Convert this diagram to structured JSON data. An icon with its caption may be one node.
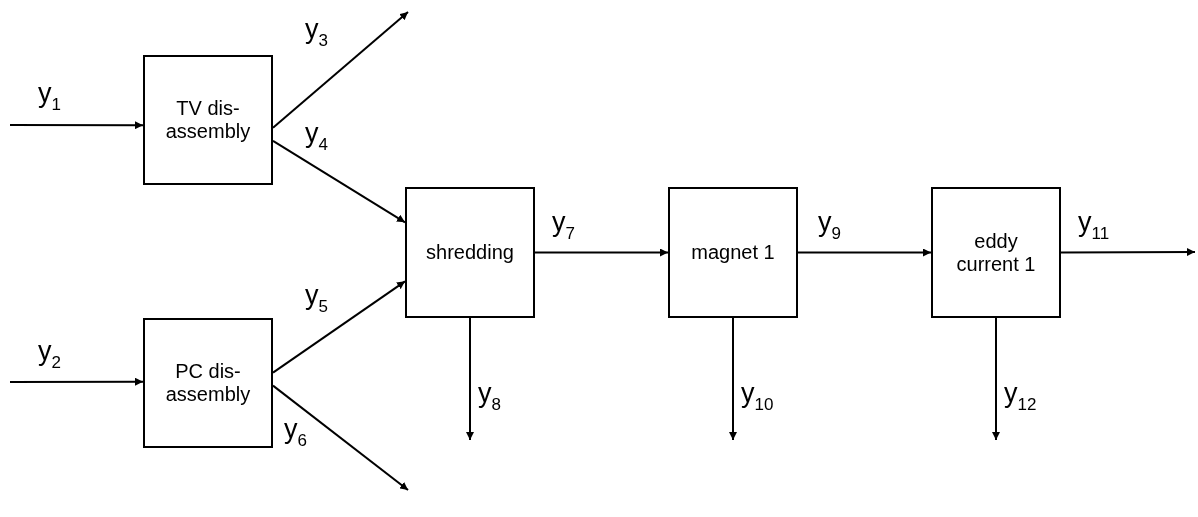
{
  "diagram": {
    "nodes": [
      {
        "text": [
          "TV dis-assembly"
        ]
      },
      {
        "text": [
          "PC dis-assembly"
        ]
      },
      {
        "text": [
          "shredding"
        ]
      },
      {
        "text": [
          "magnet 1"
        ]
      },
      {
        "text": [
          "eddy current 1"
        ]
      }
    ],
    "edges": [
      {
        "from": null,
        "to": 0,
        "arrow": "to",
        "label": "y$_{1}$"
      },
      {
        "from": null,
        "to": 1,
        "arrow": "to",
        "label": "y$_{2}$"
      },
      {
        "from": 0,
        "to": null,
        "arrow": "to",
        "label": "y$_{3}$"
      },
      {
        "from": 0,
        "to": 2,
        "arrow": "to",
        "label": "y$_{4}$"
      },
      {
        "from": 1,
        "to": 2,
        "arrow": "to",
        "label": "y$_{5}$"
      },
      {
        "from": 1,
        "to": null,
        "arrow": "to",
        "label": "y$_{6}$"
      },
      {
        "from": 2,
        "to": 3,
        "arrow": "to",
        "label": "y$_{7}$"
      },
      {
        "from": 2,
        "to": null,
        "arrow": "to",
        "label": "y$_{8}$"
      },
      {
        "from": 3,
        "to": 4,
        "arrow": "to",
        "label": "y$_{9}$"
      },
      {
        "from": 3,
        "to": null,
        "arrow": "to",
        "label": "y$_{10}$"
      },
      {
        "from": 4,
        "to": null,
        "arrow": "to",
        "label": "y$_{11}$"
      },
      {
        "from": 4,
        "to": null,
        "arrow": "to",
        "label": "y$_{12}$"
      }
    ]
  }
}
